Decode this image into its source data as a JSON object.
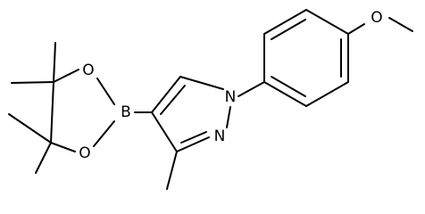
{
  "molecule": {
    "atoms": {
      "O_methoxy": "O",
      "N1": "N",
      "N2": "N",
      "B": "B",
      "O_top": "O",
      "O_bottom": "O"
    }
  }
}
